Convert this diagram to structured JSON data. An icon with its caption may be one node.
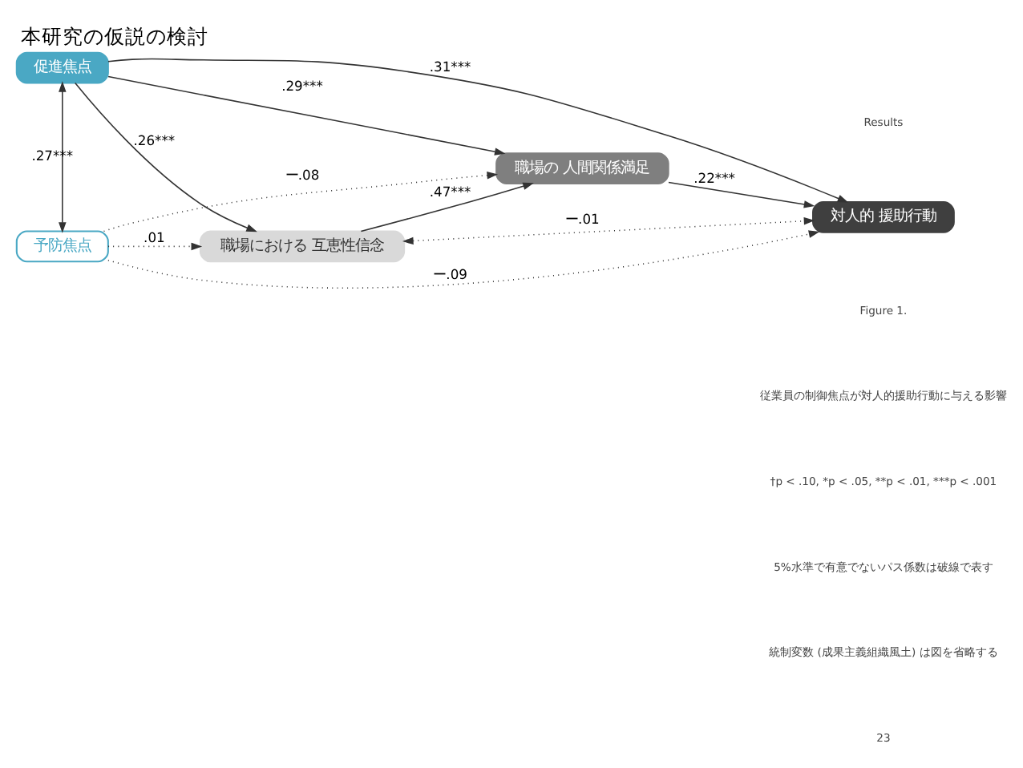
{
  "diagram": {
    "title": "本研究の仮説の検討",
    "nodes": [
      {
        "text": [
          "促進焦点"
        ]
      },
      {
        "text": [
          "職場における 互恵性信念"
        ]
      },
      {
        "text": [
          "職場の 人間関係満足"
        ]
      },
      {
        "text": [
          "対人的 援助行動"
        ]
      },
      {
        "text": [
          "予防焦点"
        ]
      }
    ],
    "edges": [
      {
        "from": 0,
        "to": 1,
        "arrow": "to",
        "label": ".26***"
      },
      {
        "from": 0,
        "to": 2,
        "arrow": "to",
        "label": ".29***"
      },
      {
        "from": 0,
        "to": 3,
        "arrow": "to",
        "label": ".31***"
      },
      {
        "from": 1,
        "to": 3,
        "arrow": "both",
        "label": "ー.01",
        "style": "dashed"
      },
      {
        "from": 1,
        "to": 2,
        "arrow": "to",
        "label": ".47***"
      },
      {
        "from": 2,
        "to": 3,
        "arrow": "to",
        "label": ".22***"
      },
      {
        "from": 4,
        "to": 0,
        "arrow": "both",
        "label": ".27***"
      },
      {
        "from": 4,
        "to": 1,
        "arrow": "to",
        "label": ".01",
        "style": "dashed"
      },
      {
        "from": 4,
        "to": 2,
        "arrow": "to",
        "label": "ー.08",
        "style": "dashed"
      },
      {
        "from": 4,
        "to": 3,
        "arrow": "to",
        "label": "ー.09",
        "style": "dashed"
      }
    ],
    "labels": [
      "Results",
      "Figure 1.",
      "従業員の制御焦点が対人的援助行動に与える影響",
      "†p < .10, *p < .05, **p < .01, ***p < .001",
      "5%水準で有意でないパス係数は破線で表す",
      "統制変数 (成果主義組織風土) は図を省略する",
      "23"
    ]
  }
}
